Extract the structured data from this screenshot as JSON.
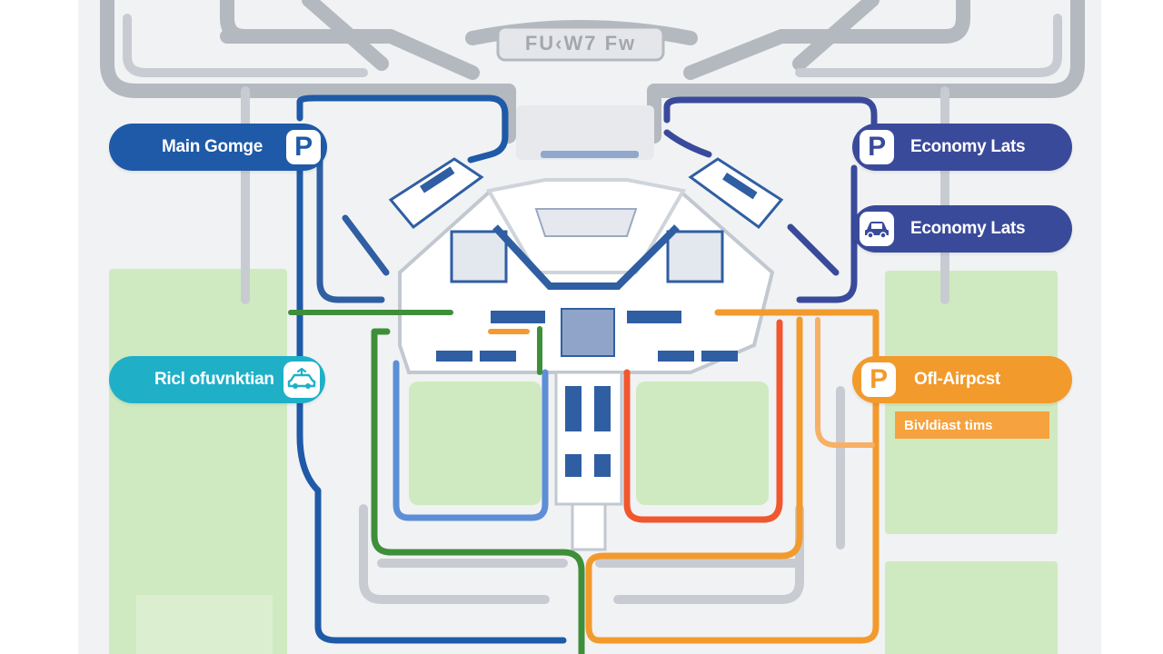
{
  "map": {
    "terminal_sign": "FU‹W7 Fw",
    "legend": {
      "main_garage": {
        "label": "Main Gomge",
        "icon_letter": "P",
        "color": "#1e5aa8"
      },
      "economy_lots_1": {
        "label": "Economy Lats",
        "icon_letter": "P",
        "color": "#3a4a9b"
      },
      "economy_lots_2": {
        "label": "Economy Lats",
        "icon": "car-icon",
        "color": "#3a4a9b"
      },
      "rideshare": {
        "label": "Ricl ofuvnktian",
        "icon": "rideshare-icon",
        "color": "#1fb0c8"
      },
      "off_airport": {
        "label": "Ofl-Airpcst",
        "icon_letter": "P",
        "color": "#f39a2c"
      },
      "shuttle_tag": {
        "label": "Bivldiast tims",
        "color": "#f6a23e"
      }
    },
    "colors": {
      "background": "#f1f2f4",
      "green_zone": "#cfeac0",
      "road_gray": "#b4b9c0",
      "terminal_blue": "#2f5ea3",
      "route_blue": "#1e5aa8",
      "route_navy": "#3a4a9b",
      "route_light_blue": "#5d8fd6",
      "route_green": "#3f8f3a",
      "route_orange": "#f39a2c",
      "route_red_orange": "#f0572e"
    }
  }
}
